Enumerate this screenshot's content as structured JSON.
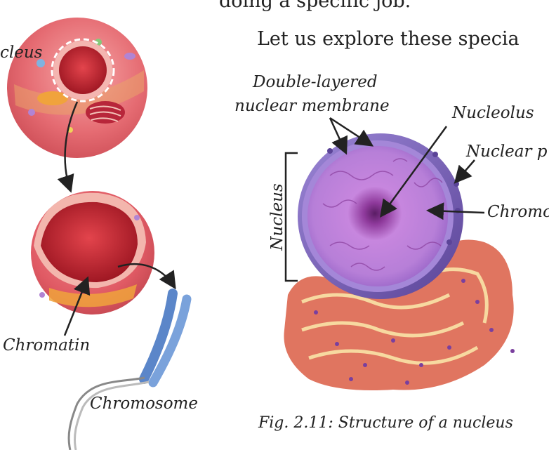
{
  "text": {
    "top_line": "doing a specific job.",
    "explore_line": "Let us explore these specia"
  },
  "labels": {
    "nucleus_left": "cleus",
    "chromatin_left": "Chromatin",
    "chromosome": "Chromosome",
    "double_layered_line1": "Double-layered",
    "double_layered_line2": "nuclear membrane",
    "nucleolus": "Nucleolus",
    "nuclear_pore": "Nuclear p",
    "chromatin_right": "Chromo",
    "nucleus_bracket": "Nucleus"
  },
  "caption": "Fig. 2.11: Structure of a nucleus",
  "colors": {
    "cell": "#e3626a",
    "nucleus_inner": "#c8202e",
    "nucleus_purple": "#9b56c4",
    "membrane": "#7a63b8",
    "er": "#e0705a",
    "chromosome": "#5b86c9"
  }
}
